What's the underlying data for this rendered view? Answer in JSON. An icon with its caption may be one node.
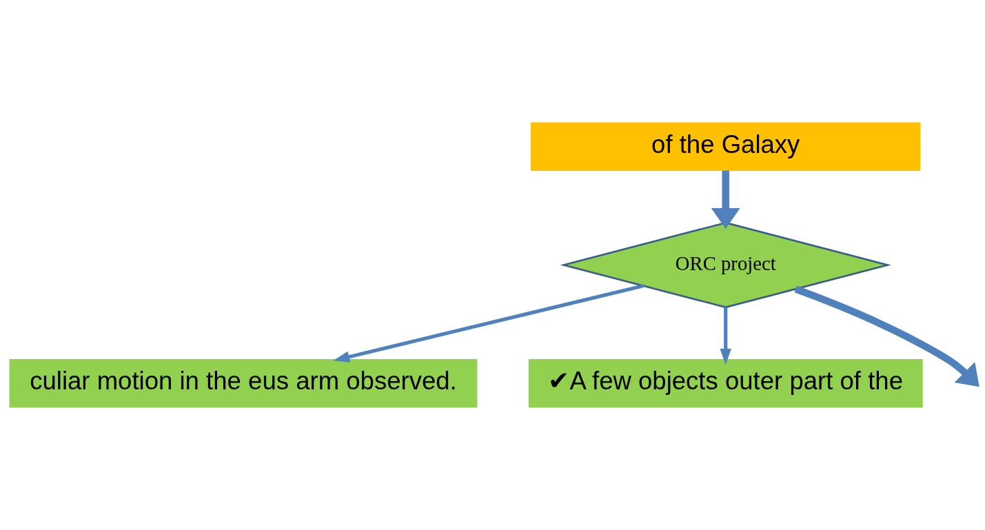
{
  "diagram": {
    "nodes": [
      {
        "text": [
          "of the Galaxy"
        ]
      },
      {
        "text": [
          "ORC project"
        ]
      },
      {
        "text": [
          "culiar motion in the eus arm observed."
        ]
      },
      {
        "text": [
          "✔A few objects outer part of the"
        ]
      }
    ],
    "edges": [
      {
        "from": 0,
        "to": 1,
        "arrow": "to",
        "style": "thick"
      },
      {
        "from": 1,
        "to": 2,
        "arrow": "to"
      },
      {
        "from": 1,
        "to": 3,
        "arrow": "to"
      },
      {
        "from": 1,
        "to": null,
        "arrow": "to",
        "style": "thick"
      }
    ]
  }
}
